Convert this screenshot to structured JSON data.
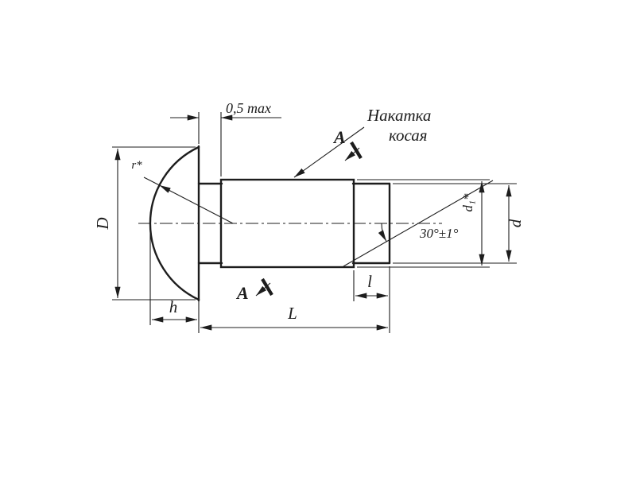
{
  "drawing": {
    "note": {
      "line1": "Накатка",
      "line2": "косая"
    },
    "section_letter": "А",
    "dims": {
      "gap_max": "0,5 max",
      "head_diameter": "D",
      "head_height": "h",
      "total_length": "L",
      "tip_length": "l",
      "shaft_diameter": "d",
      "knurl_diameter": "d₁*",
      "knurl_angle": "30°±1°",
      "head_radius": "r*"
    },
    "colors": {
      "ink": "#1d1d1d",
      "paper": "#ffffff"
    }
  }
}
